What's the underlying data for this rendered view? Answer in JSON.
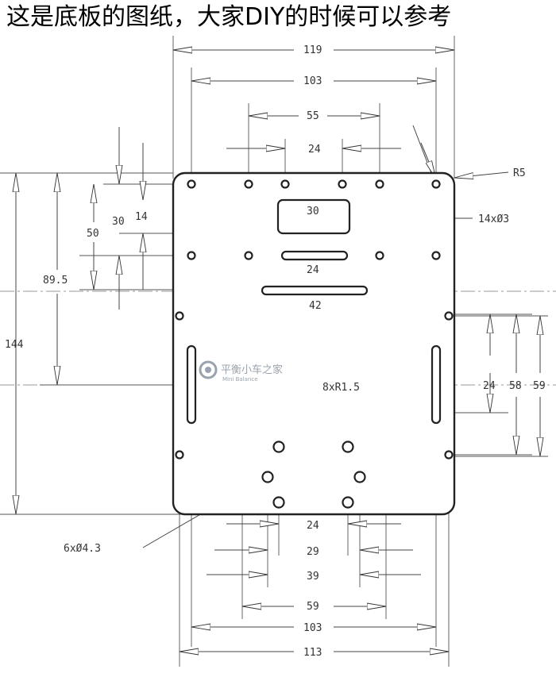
{
  "caption": "这是底板的图纸，大家DIY的时候可以参考",
  "dims": {
    "w119": "119",
    "w103_top": "103",
    "w55": "55",
    "w24_top": "24",
    "r5": "R5",
    "holes14": "14xØ3",
    "h30_rect": "30",
    "h30_left": "30",
    "h14_left": "14",
    "h50": "50",
    "h89_5": "89.5",
    "h144": "144",
    "w24_mid": "24",
    "w42": "42",
    "slots8": "8xR1.5",
    "r24": "24",
    "r58": "58",
    "r59": "59",
    "b24": "24",
    "b29": "29",
    "b39": "39",
    "b59": "59",
    "b103": "103",
    "b113": "113",
    "holes6": "6xØ4.3"
  },
  "watermark": {
    "title": "平衡小车之家",
    "subtitle": "Mini Balance"
  }
}
